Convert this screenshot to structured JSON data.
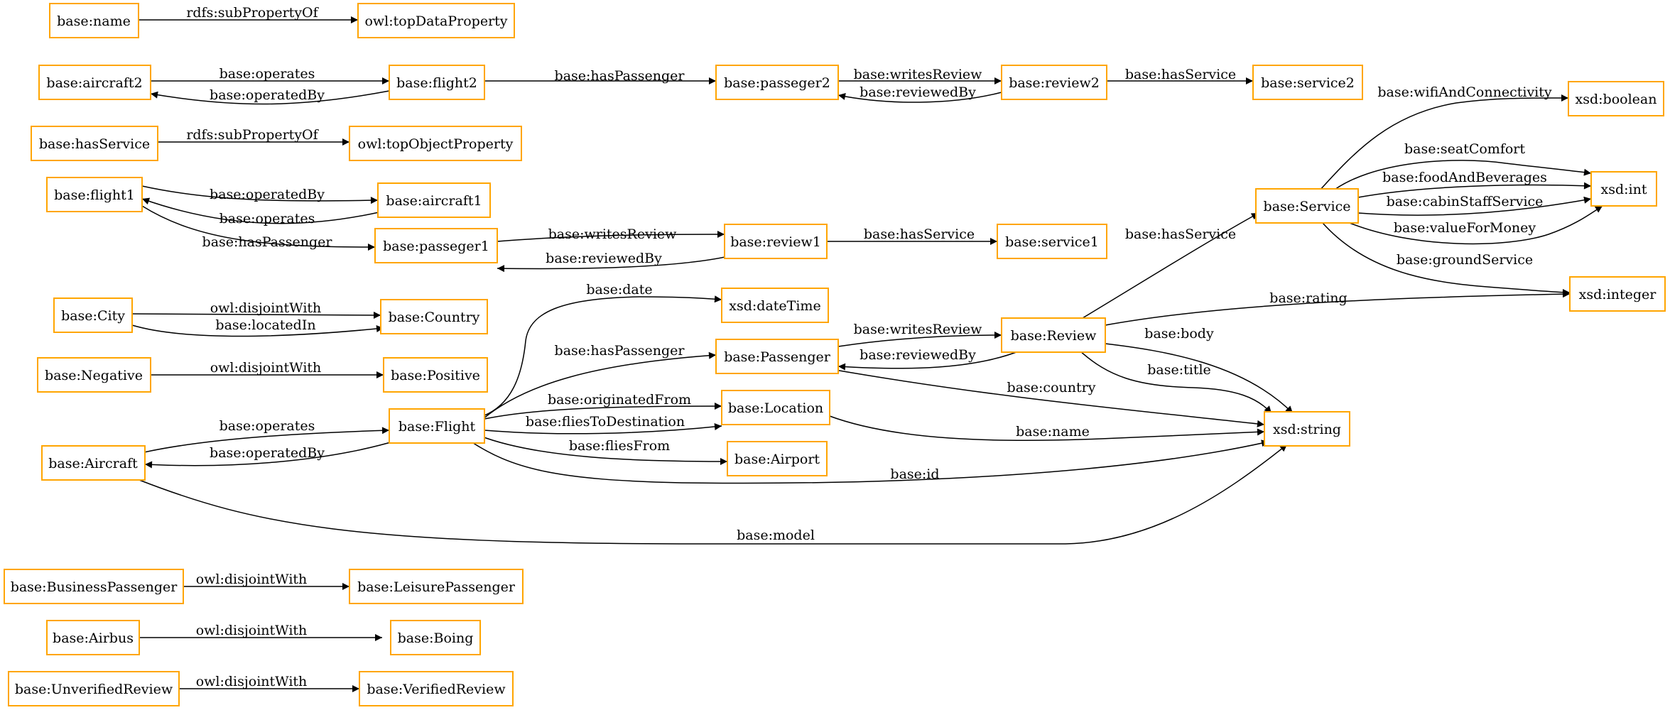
{
  "nodes": {
    "name": "base:name",
    "topDataProperty": "owl:topDataProperty",
    "aircraft2": "base:aircraft2",
    "flight2": "base:flight2",
    "passeger2": "base:passeger2",
    "review2": "base:review2",
    "service2": "base:service2",
    "xsdBoolean": "xsd:boolean",
    "hasService": "base:hasService",
    "topObjectProperty": "owl:topObjectProperty",
    "flight1": "base:flight1",
    "aircraft1": "base:aircraft1",
    "passeger1": "base:passeger1",
    "review1": "base:review1",
    "service1": "base:service1",
    "Service": "base:Service",
    "xsdInt": "xsd:int",
    "City": "base:City",
    "Country": "base:Country",
    "xsdDateTime": "xsd:dateTime",
    "xsdInteger": "xsd:integer",
    "Negative": "base:Negative",
    "Positive": "base:Positive",
    "Passenger": "base:Passenger",
    "Review": "base:Review",
    "Flight": "base:Flight",
    "Location": "base:Location",
    "xsdString": "xsd:string",
    "Aircraft": "base:Aircraft",
    "Airport": "base:Airport",
    "BusinessPassenger": "base:BusinessPassenger",
    "LeisurePassenger": "base:LeisurePassenger",
    "Airbus": "base:Airbus",
    "Boing": "base:Boing",
    "UnverifiedReview": "base:UnverifiedReview",
    "VerifiedReview": "base:VerifiedReview"
  },
  "edges": {
    "name_sub": "rdfs:subPropertyOf",
    "hasService_sub": "rdfs:subPropertyOf",
    "a2_operates": "base:operates",
    "f2_operatedBy": "base:operatedBy",
    "f2_hasPassenger": "base:hasPassenger",
    "p2_writesReview": "base:writesReview",
    "r2_reviewedBy": "base:reviewedBy",
    "r2_hasService": "base:hasService",
    "f1_operatedBy": "base:operatedBy",
    "a1_operates": "base:operates",
    "f1_hasPassenger": "base:hasPassenger",
    "p1_writesReview": "base:writesReview",
    "r1_reviewedBy": "base:reviewedBy",
    "r1_hasService": "base:hasService",
    "svc_wifi": "base:wifiAndConnectivity",
    "svc_seat": "base:seatComfort",
    "svc_food": "base:foodAndBeverages",
    "svc_cabin": "base:cabinStaffService",
    "svc_value": "base:valueForMoney",
    "svc_ground": "base:groundService",
    "review_hasService": "base:hasService",
    "review_rating": "base:rating",
    "review_body": "base:body",
    "review_title": "base:title",
    "review_reviewedBy": "base:reviewedBy",
    "passenger_writesReview": "base:writesReview",
    "passenger_country": "base:country",
    "city_disjoint": "owl:disjointWith",
    "city_locatedIn": "base:locatedIn",
    "neg_disjoint": "owl:disjointWith",
    "flight_date": "base:date",
    "flight_hasPassenger": "base:hasPassenger",
    "flight_originatedFrom": "base:originatedFrom",
    "flight_fliesToDestination": "base:fliesToDestination",
    "flight_fliesFrom": "base:fliesFrom",
    "flight_id": "base:id",
    "flight_operatedBy": "base:operatedBy",
    "aircraft_operates": "base:operates",
    "location_name": "base:name",
    "aircraft_model": "base:model",
    "bp_disjoint": "owl:disjointWith",
    "airbus_disjoint": "owl:disjointWith",
    "uv_disjoint": "owl:disjointWith"
  }
}
